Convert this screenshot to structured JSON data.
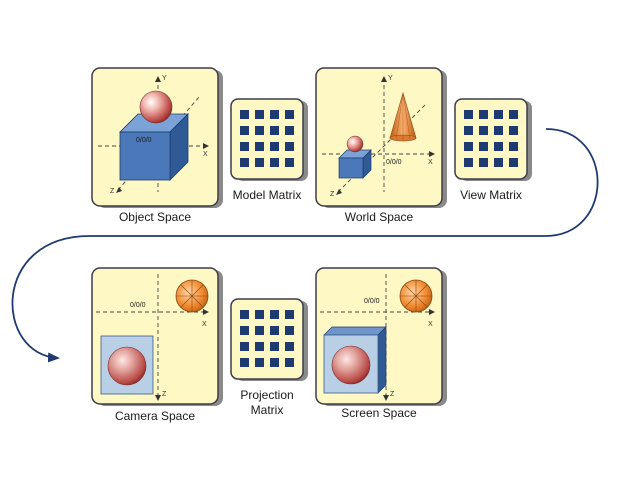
{
  "panels": {
    "object": {
      "label": "Object Space",
      "axis_y": "Y",
      "axis_x": "X",
      "axis_z": "Z",
      "origin": "0/0/0"
    },
    "world": {
      "label": "World Space",
      "axis_y": "Y",
      "axis_x": "X",
      "axis_z": "Z",
      "origin": "0/0/0"
    },
    "camera": {
      "label": "Camera Space",
      "axis_x": "X",
      "axis_z": "Z",
      "origin": "0/0/0"
    },
    "screen": {
      "label": "Screen Space",
      "axis_x": "X",
      "axis_z": "Z",
      "origin": "0/0/0"
    }
  },
  "matrices": {
    "model": {
      "label": "Model Matrix"
    },
    "view": {
      "label": "View Matrix"
    },
    "projection": {
      "label_line1": "Projection",
      "label_line2": "Matrix"
    }
  },
  "colors": {
    "panel_fill": "#fdf8c4",
    "panel_border": "#3c3c4a",
    "shadow": "#8a8a8a",
    "matrix_dot": "#1e3a6e",
    "box_front": "#4a78b8",
    "box_top": "#6f96cc",
    "box_side": "#2f5590",
    "sphere": "#c86a6a",
    "cone": "#e8893a",
    "arrow": "#1e3a6e"
  }
}
